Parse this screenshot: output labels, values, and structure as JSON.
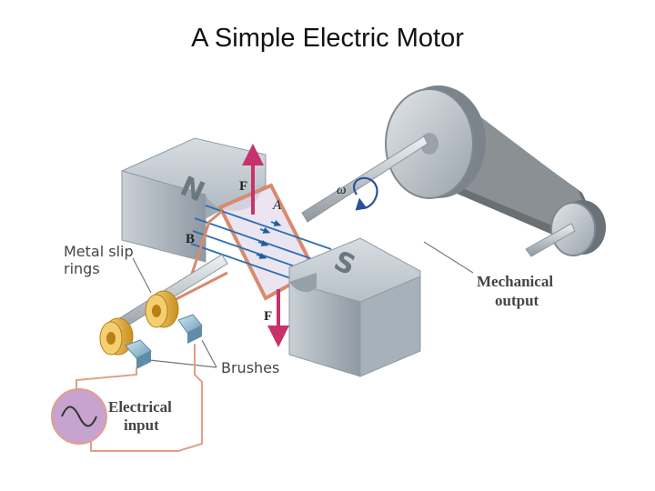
{
  "title": "A Simple Electric Motor",
  "labels": {
    "slip_rings_line1": "Metal slip",
    "slip_rings_line2": "rings",
    "brushes": "Brushes",
    "electrical_input_line1": "Electrical",
    "electrical_input_line2": "input",
    "mechanical_output_line1": "Mechanical",
    "mechanical_output_line2": "output"
  },
  "symbols": {
    "north_pole": "N",
    "south_pole": "S",
    "force_top": "F",
    "force_bottom": "F",
    "area": "A",
    "field": "B",
    "angular_velocity": "ω"
  },
  "colors": {
    "force_arrow": "#c8326a",
    "field_lines": "#2a6fb2",
    "magnet": "#b9c2ca",
    "loop": "#d98a6e",
    "ac_source": "#c7a3d0",
    "slip_ring": "#e7b84a"
  },
  "icons": {
    "ac_source": "sine-wave-icon",
    "rotation": "rotation-arrow-icon"
  }
}
